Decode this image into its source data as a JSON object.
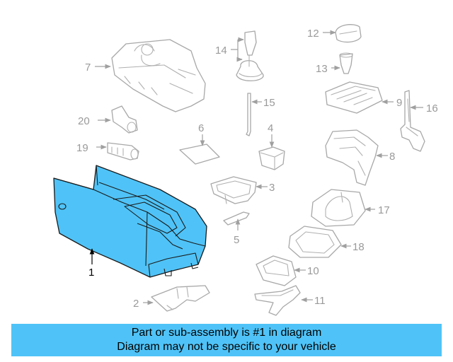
{
  "callouts": {
    "c1": "1",
    "c2": "2",
    "c3": "3",
    "c4": "4",
    "c5": "5",
    "c6": "6",
    "c7": "7",
    "c8": "8",
    "c9": "9",
    "c10": "10",
    "c11": "11",
    "c12": "12",
    "c13": "13",
    "c14": "14",
    "c15": "15",
    "c16": "16",
    "c17": "17",
    "c18": "18",
    "c19": "19",
    "c20": "20"
  },
  "banner": {
    "line1": "Part or sub-assembly is #1 in diagram",
    "line2": "Diagram may not be specific to your vehicle"
  },
  "colors": {
    "highlight": "#4fc3f7",
    "linework": "#a8a8a8"
  }
}
